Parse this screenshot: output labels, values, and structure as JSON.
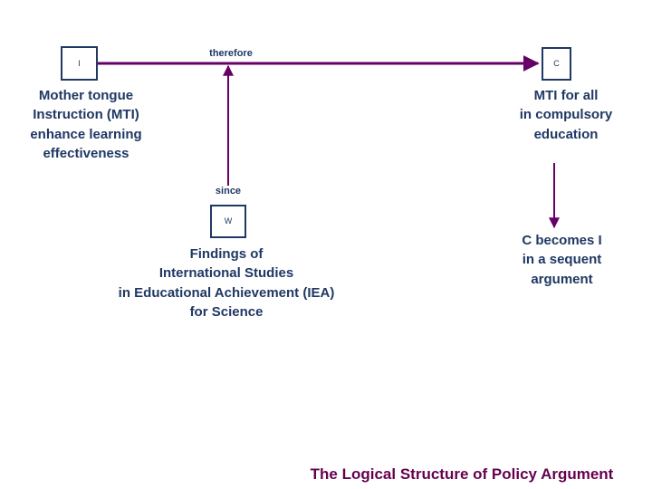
{
  "diagram": {
    "title": "The Logical Structure of Policy Argument",
    "title_color": "#66004d",
    "node_color": "#1f3864",
    "arrow_color": "#660066",
    "background": "#ffffff",
    "nodes": {
      "information_box": {
        "symbol": "I",
        "name": "information",
        "text": "Mother tongue\nInstruction (MTI)\nenhance learning\neffectiveness"
      },
      "claim_box": {
        "symbol": "C",
        "name": "claim",
        "text": "MTI for all\nin compulsory\neducation"
      },
      "warrant_box": {
        "symbol": "W",
        "name": "warrant",
        "text": "Findings of\nInternational Studies\nin Educational Achievement (IEA)\nfor Science"
      },
      "sequent_note": {
        "text": "C becomes I\nin a sequent\nargument"
      }
    },
    "edges": {
      "therefore_label": "therefore",
      "since_label": "since"
    }
  }
}
